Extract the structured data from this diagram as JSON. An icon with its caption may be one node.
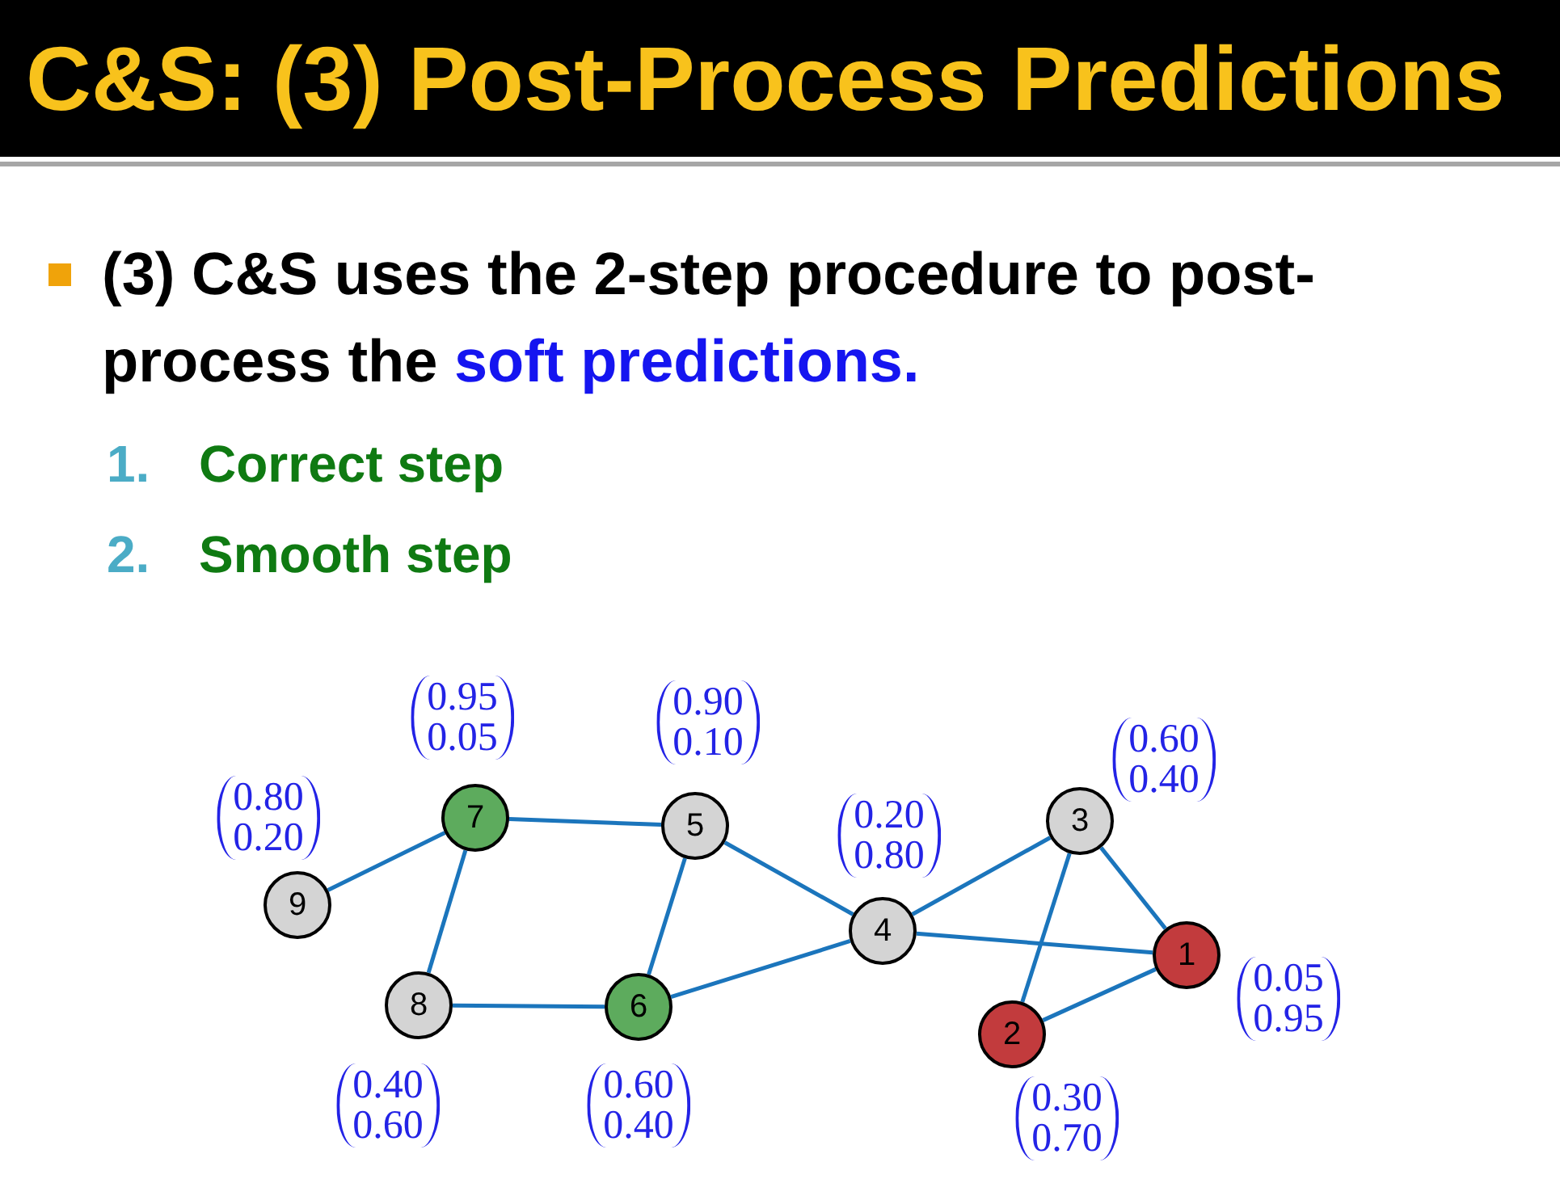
{
  "diagram": {
    "title": "C&S: (3) Post-Process Predictions",
    "nodes": [
      {
        "text": [
          "1"
        ],
        "beside": [
          "0.05",
          "0.95"
        ]
      },
      {
        "text": [
          "2"
        ],
        "beside": [
          "0.30",
          "0.70"
        ]
      },
      {
        "text": [
          "3"
        ],
        "beside": [
          "0.60",
          "0.40"
        ]
      },
      {
        "text": [
          "4"
        ],
        "beside": [
          "0.20",
          "0.80"
        ]
      },
      {
        "text": [
          "5"
        ],
        "beside": [
          "0.90",
          "0.10"
        ]
      },
      {
        "text": [
          "6"
        ],
        "beside": [
          "0.60",
          "0.40"
        ]
      },
      {
        "text": [
          "7"
        ],
        "beside": [
          "0.95",
          "0.05"
        ]
      },
      {
        "text": [
          "8"
        ],
        "beside": [
          "0.40",
          "0.60"
        ]
      },
      {
        "text": [
          "9"
        ],
        "beside": [
          "0.80",
          "0.20"
        ]
      }
    ],
    "edges": [
      {
        "from": 8,
        "to": 6,
        "arrow": "none"
      },
      {
        "from": 6,
        "to": 4,
        "arrow": "none"
      },
      {
        "from": 6,
        "to": 7,
        "arrow": "none"
      },
      {
        "from": 7,
        "to": 5,
        "arrow": "none"
      },
      {
        "from": 4,
        "to": 5,
        "arrow": "none"
      },
      {
        "from": 4,
        "to": 3,
        "arrow": "none"
      },
      {
        "from": 5,
        "to": 3,
        "arrow": "none"
      },
      {
        "from": 3,
        "to": 2,
        "arrow": "none"
      },
      {
        "from": 3,
        "to": 0,
        "arrow": "none"
      },
      {
        "from": 2,
        "to": 0,
        "arrow": "none"
      },
      {
        "from": 2,
        "to": 1,
        "arrow": "none"
      },
      {
        "from": 1,
        "to": 0,
        "arrow": "none"
      }
    ],
    "labels": [
      "(3) C&S uses the 2-step procedure to post-process the",
      "soft predictions.",
      "1.",
      "Correct step",
      "2.",
      "Smooth step"
    ]
  }
}
